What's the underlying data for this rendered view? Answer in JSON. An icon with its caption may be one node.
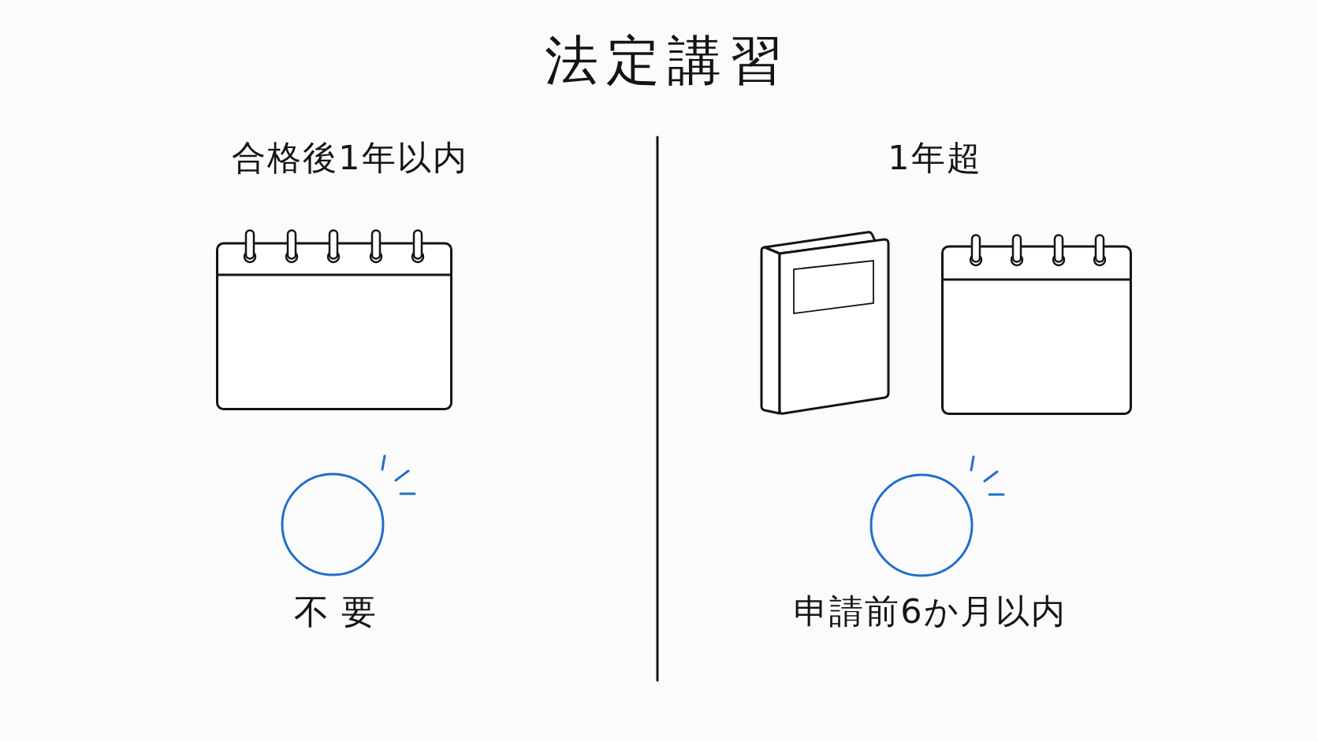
{
  "diagram": {
    "title": "法定講習",
    "labels": [
      "合格後1年以内",
      "1年超",
      "不要",
      "申請前6か月以内"
    ]
  }
}
